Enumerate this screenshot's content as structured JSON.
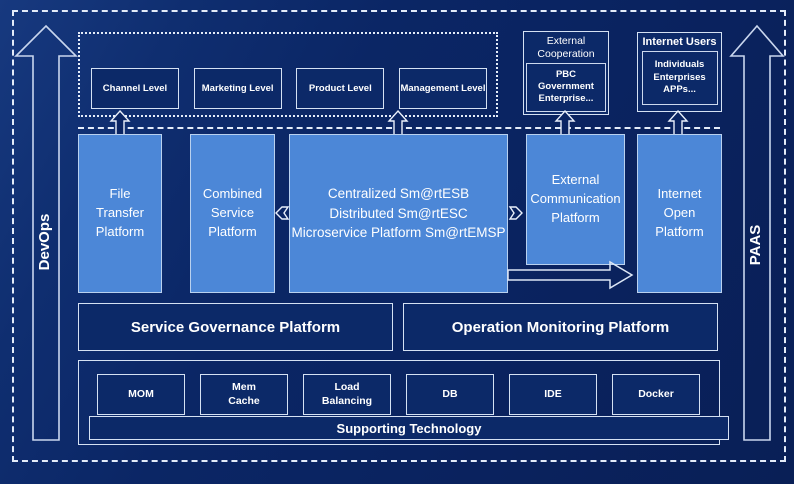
{
  "diagram": {
    "side_arrows": {
      "left_label": "DevOps",
      "right_label": "PAAS"
    },
    "levels": [
      "Channel Level",
      "Marketing Level",
      "Product Level",
      "Management Level"
    ],
    "external_cooperation": {
      "title": "External Cooperation",
      "content": "PBC Government Enterprise..."
    },
    "internet_users": {
      "title": "Internet Users",
      "content": "Individuals Enterprises APPs..."
    },
    "platforms": {
      "file_transfer": "File Transfer Platform",
      "combined_service": "Combined Service Platform",
      "central_lines": [
        "Centralized Sm@rtESB",
        "Distributed Sm@rtESC",
        "Microservice Platform Sm@rtEMSP"
      ],
      "external_communication": "External Communication Platform",
      "internet_open": "Internet Open Platform"
    },
    "governance": "Service Governance Platform",
    "monitoring": "Operation Monitoring Platform",
    "technologies": [
      "MOM",
      "Mem Cache",
      "Load Balancing",
      "DB",
      "IDE",
      "Docker"
    ],
    "supporting": "Supporting Technology",
    "colors": {
      "background": "#0a2360",
      "dark_box_fill": "#0c2968",
      "light_box_fill": "#4c87d7",
      "light_box_border": "#b9d1ef",
      "line_color": "#e4ecf9",
      "text": "#ffffff"
    }
  }
}
